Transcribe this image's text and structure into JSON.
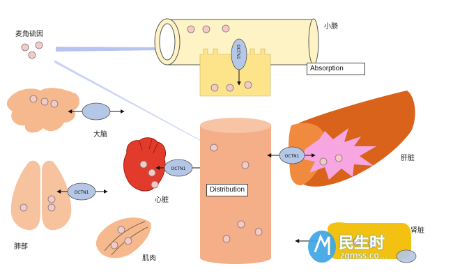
{
  "labels": {
    "ergothioneine": "麦角硫因",
    "small_intestine": "小肠",
    "brain": "大脑",
    "heart": "心脏",
    "liver": "肝脏",
    "lung": "肺部",
    "muscle": "肌肉",
    "kidney": "肾脏",
    "absorption": "Absorption",
    "distribution": "Distribution"
  },
  "transporter": {
    "name": "OCTN1"
  },
  "watermark": {
    "text": "民生时",
    "url": "zgmss.co…"
  },
  "colors": {
    "tissue": "#f6b98e",
    "blood_vessel": "#f4ae88",
    "intestine_fill": "#fdf3c4",
    "villi": "#fde48a",
    "transporter": "#b5c7e6",
    "heart": "#e33b2b",
    "liver": "#d9631b",
    "liver_burst": "#f7a6e2",
    "kidney": "#f2c111",
    "arrow_blue": "#aab8ef"
  }
}
